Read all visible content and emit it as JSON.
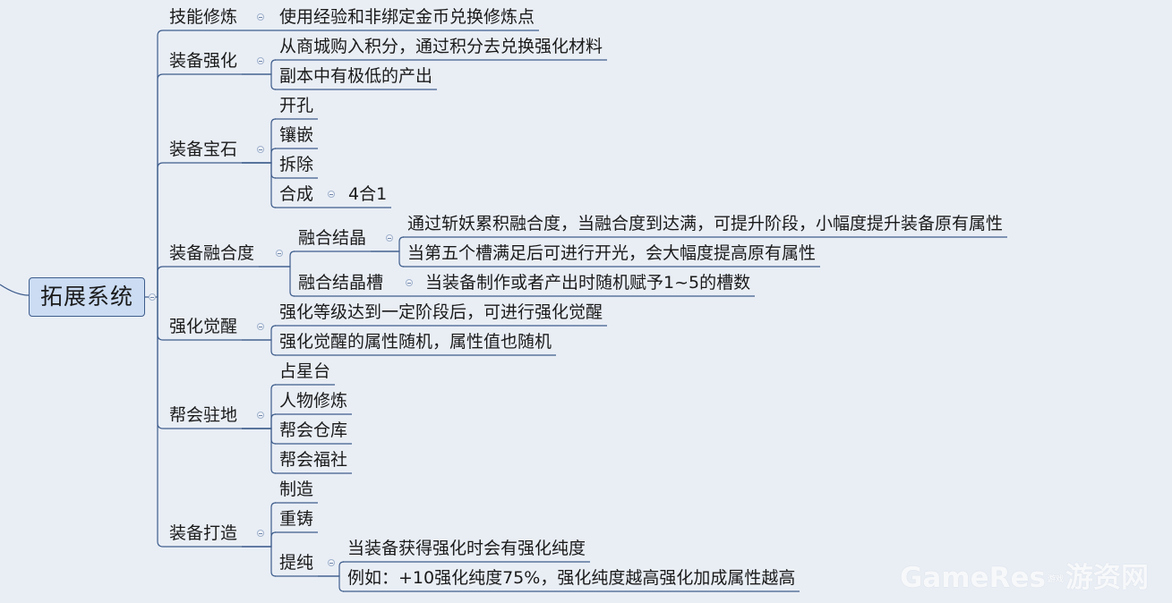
{
  "root": "拓展系统",
  "branches": [
    {
      "label": "技能修炼",
      "children": [
        "使用经验和非绑定金币兑换修炼点"
      ]
    },
    {
      "label": "装备强化",
      "children": [
        "从商城购入积分，通过积分去兑换强化材料",
        "副本中有极低的产出"
      ]
    },
    {
      "label": "装备宝石",
      "children": [
        "开孔",
        "镶嵌",
        "拆除",
        "合成"
      ],
      "sub": {
        "合成": "4合1"
      }
    },
    {
      "label": "装备融合度",
      "children": [
        "融合结晶",
        "融合结晶槽"
      ],
      "sub_lists": {
        "融合结晶": [
          "通过斩妖累积融合度，当融合度到达满，可提升阶段，小幅度提升装备原有属性",
          "当第五个槽满足后可进行开光，会大幅度提高原有属性"
        ],
        "融合结晶槽": [
          "当装备制作或者产出时随机赋予1~5的槽数"
        ]
      }
    },
    {
      "label": "强化觉醒",
      "children": [
        "强化等级达到一定阶段后，可进行强化觉醒",
        "强化觉醒的属性随机，属性值也随机"
      ]
    },
    {
      "label": "帮会驻地",
      "children": [
        "占星台",
        "人物修炼",
        "帮会仓库",
        "帮会福社"
      ]
    },
    {
      "label": "装备打造",
      "children": [
        "制造",
        "重铸",
        "提纯"
      ],
      "sub_lists": {
        "提纯": [
          "当装备获得强化时会有强化纯度",
          "例如：+10强化纯度75%，强化纯度越高强化加成属性越高"
        ]
      }
    }
  ],
  "watermark": {
    "main": "GameRes",
    "small": "游戏",
    "cn": "游资网"
  },
  "colors": {
    "background": "#e9eef5",
    "line": "#3e5d8c",
    "root_fill": "#cbdcf3"
  }
}
